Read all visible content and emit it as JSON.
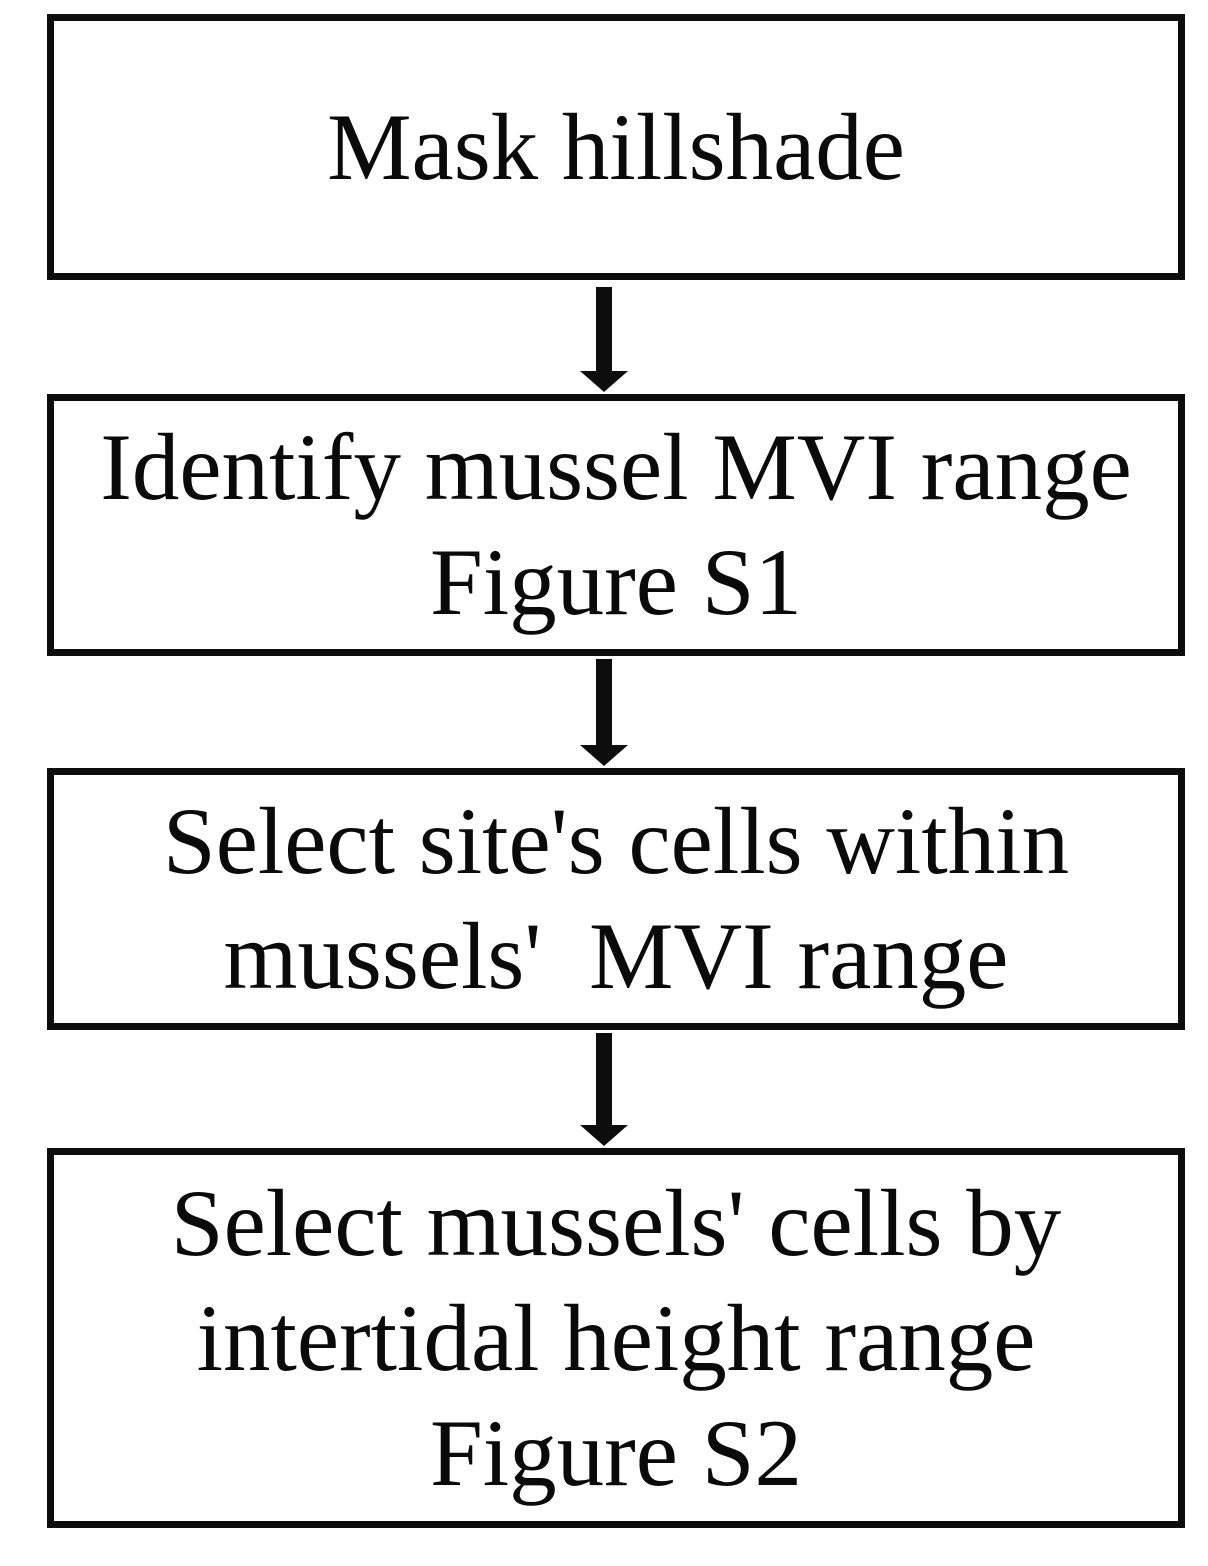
{
  "diagram": {
    "type": "flowchart",
    "colors": {
      "background": "#ffffff",
      "border": "#0d0d0d",
      "text": "#0a0a0a",
      "arrow": "#0d0d0d"
    },
    "boxes": [
      {
        "id": "mask-hillshade",
        "lines": [
          "Mask hillshade"
        ]
      },
      {
        "id": "identify-mussel-mvi-range",
        "lines": [
          "Identify mussel MVI range",
          "Figure S1"
        ]
      },
      {
        "id": "select-site-cells",
        "lines": [
          "Select site's cells within",
          "mussels'  MVI range"
        ]
      },
      {
        "id": "select-mussels-cells",
        "lines": [
          "Select mussels' cells by",
          "intertidal height range",
          "Figure S2"
        ]
      }
    ],
    "arrows": [
      {
        "from": "mask-hillshade",
        "to": "identify-mussel-mvi-range",
        "direction": "down"
      },
      {
        "from": "identify-mussel-mvi-range",
        "to": "select-site-cells",
        "direction": "down"
      },
      {
        "from": "select-site-cells",
        "to": "select-mussels-cells",
        "direction": "down"
      }
    ]
  }
}
